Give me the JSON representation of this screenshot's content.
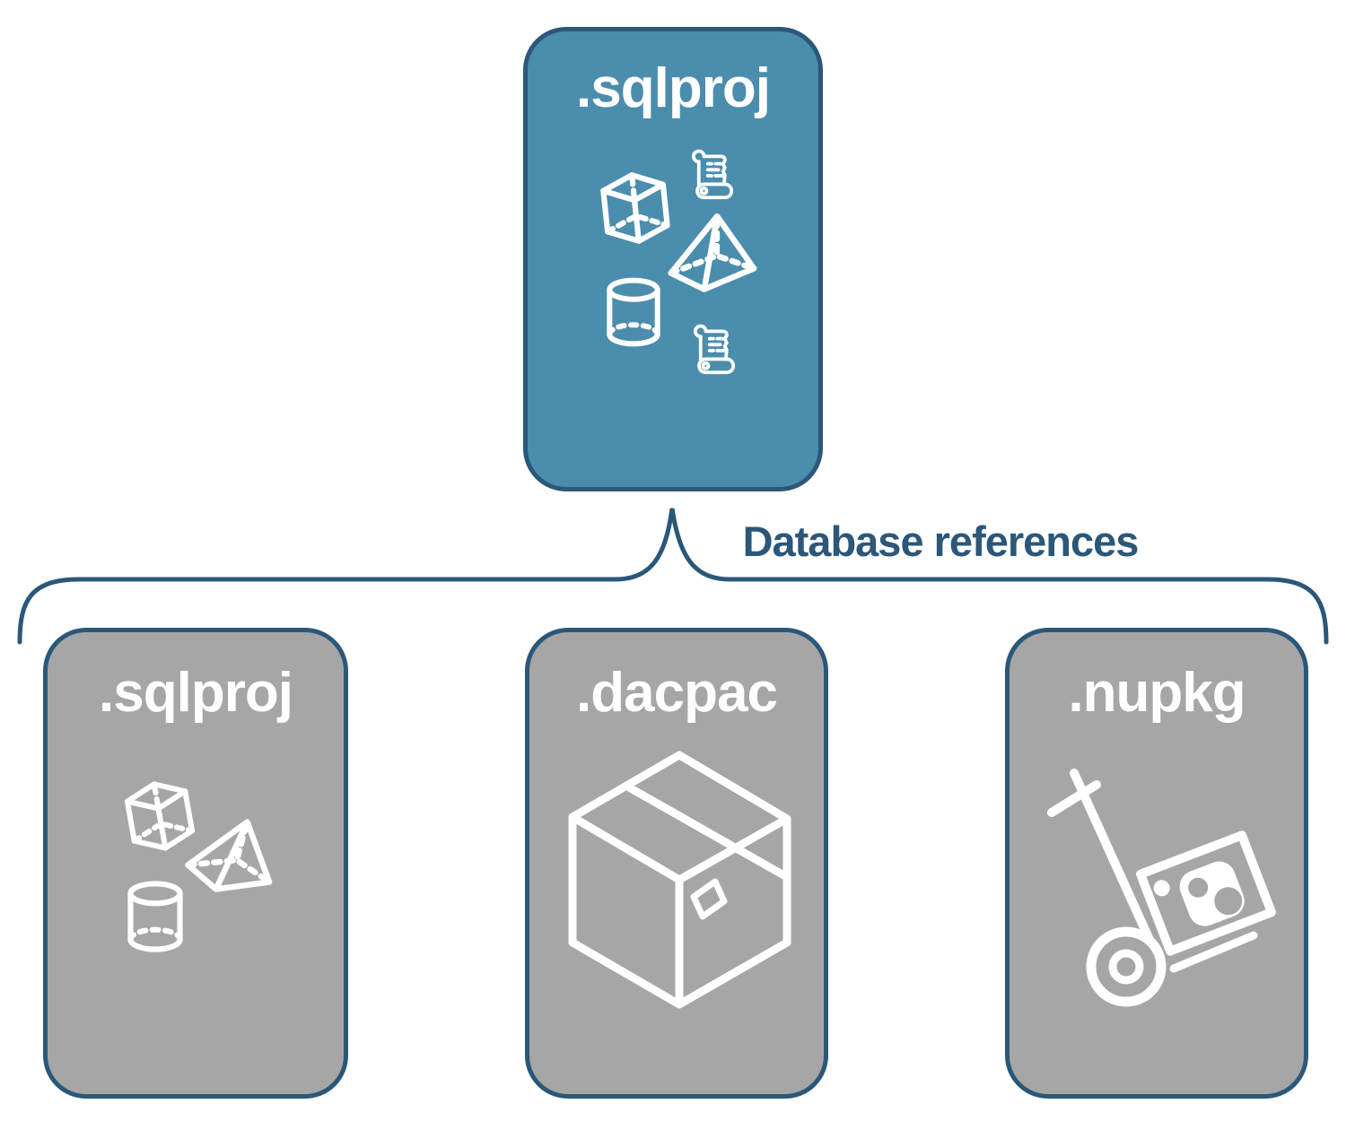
{
  "diagram": {
    "top_node": {
      "label": ".sqlproj",
      "icons": [
        "cube-icon",
        "scroll-icon",
        "pyramid-icon",
        "cylinder-icon",
        "scroll-icon"
      ]
    },
    "connector_label": "Database references",
    "child_nodes": [
      {
        "label": ".sqlproj",
        "icons": [
          "cube-icon",
          "pyramid-icon",
          "cylinder-icon"
        ]
      },
      {
        "label": ".dacpac",
        "icons": [
          "package-box-icon"
        ]
      },
      {
        "label": ".nupkg",
        "icons": [
          "hand-truck-icon",
          "nuget-logo-icon"
        ]
      }
    ],
    "colors": {
      "top_node_fill": "#4b8dad",
      "child_node_fill": "#a6a6a6",
      "border": "#2b5779",
      "connector_label_text": "#2b5779",
      "icon": "#ffffff",
      "background": "#ffffff"
    }
  }
}
